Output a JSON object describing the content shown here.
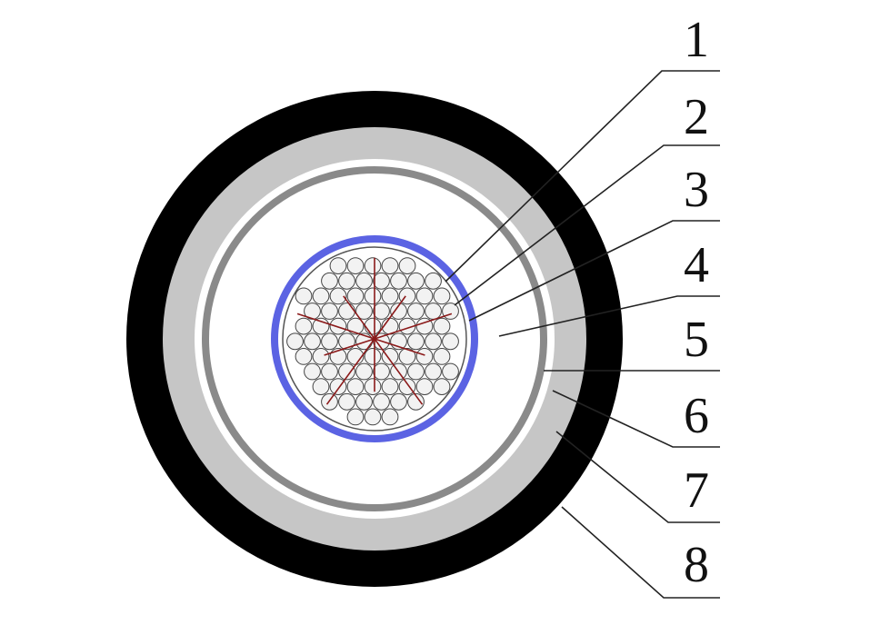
{
  "labels": [
    "1",
    "2",
    "3",
    "4",
    "5",
    "6",
    "7",
    "8"
  ],
  "colors": {
    "outer_sheath": "#000000",
    "inner_sheath": "#c8c8c8",
    "white_gap": "#ffffff",
    "metallic_screen": "#8a8a8a",
    "insulation": "#ffffff",
    "insulation_screen": "#5b63e3",
    "conductor_strand": "#f2f2f2",
    "strand_outline": "#444444",
    "sector_lines": "#8b1a1a",
    "leader_lines": "#222222"
  }
}
